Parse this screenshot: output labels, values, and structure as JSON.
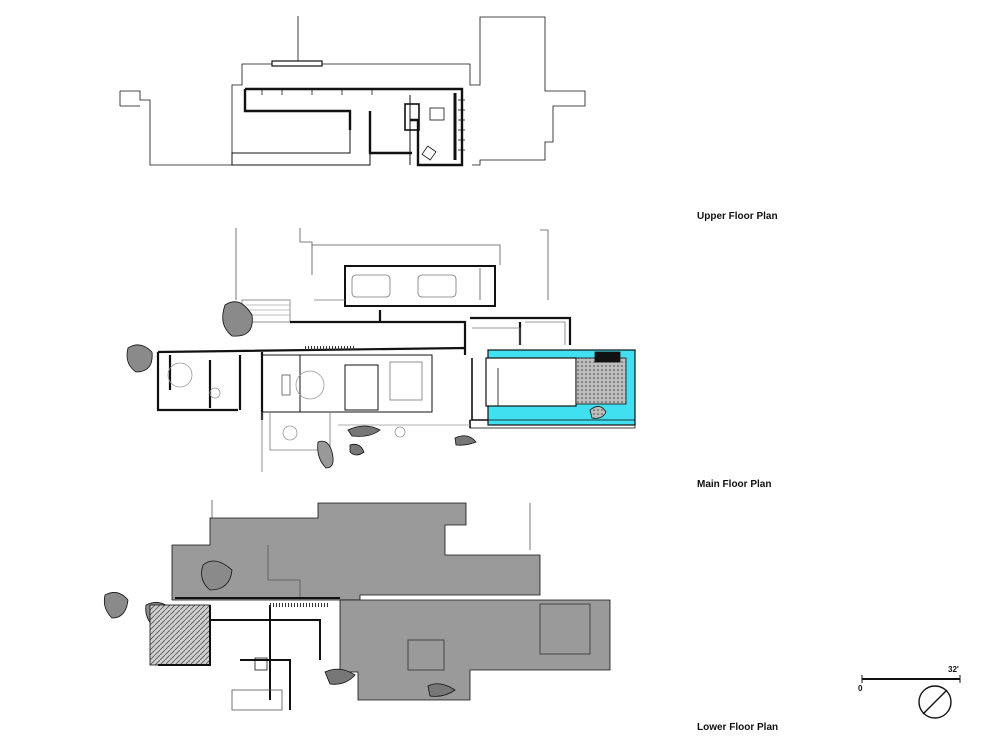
{
  "labels": {
    "upper": "Upper Floor Plan",
    "main": "Main Floor Plan",
    "lower": "Lower Floor Plan"
  },
  "scale": {
    "zero": "0",
    "max": "32'"
  },
  "colors": {
    "line": "#111111",
    "light_line": "#8a8a8a",
    "pool": "#40e0f0",
    "shade": "#9a9a9a",
    "hatch": "#555555"
  },
  "icons": [
    "north-arrow-icon",
    "scale-bar-icon"
  ]
}
